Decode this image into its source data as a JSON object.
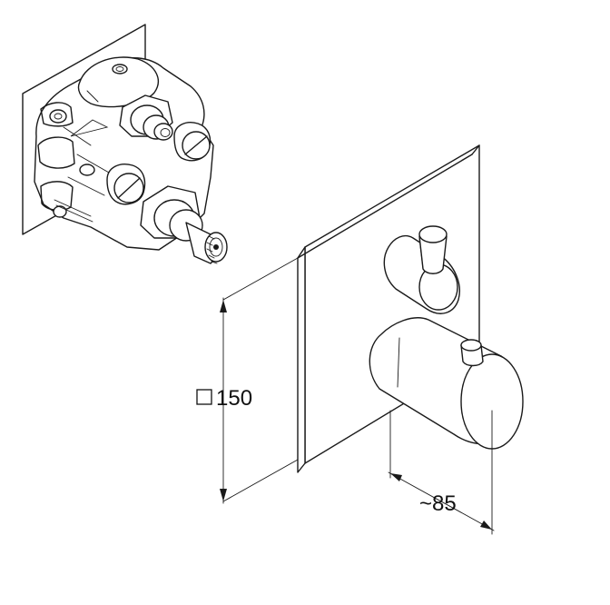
{
  "dimensions": {
    "plate_size": {
      "symbol": "square-symbol",
      "value": "150"
    },
    "projection": {
      "value": "~85"
    }
  },
  "icons": {
    "valve_body": "mixing-valve-body-icon",
    "cover_plate": "cover-plate-icon",
    "handle": "thermostat-knob-icon",
    "diverter": "diverter-lever-icon"
  }
}
